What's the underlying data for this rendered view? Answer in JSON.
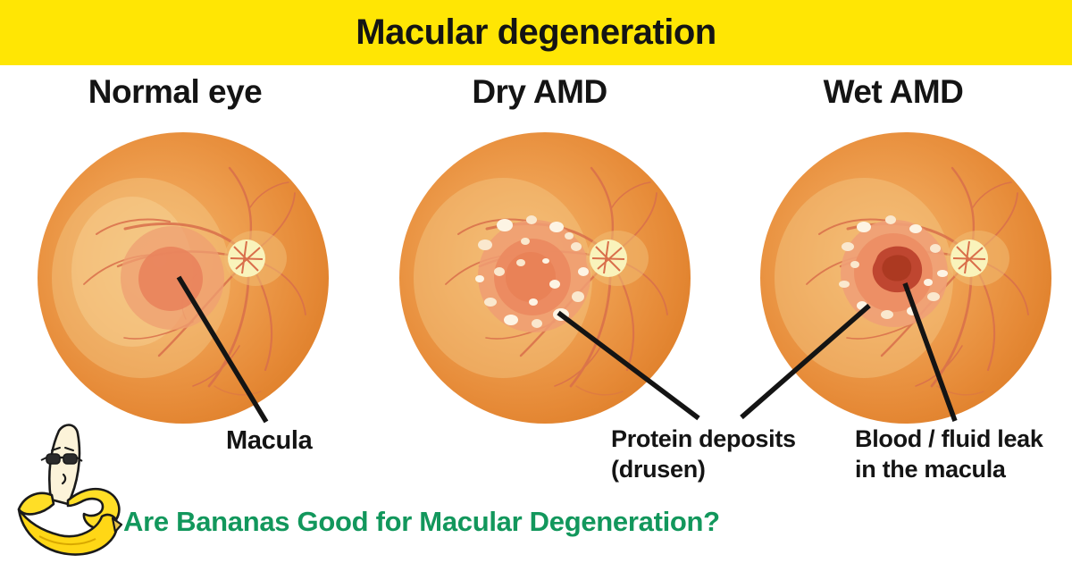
{
  "banner": {
    "title": "Macular degeneration"
  },
  "columns": [
    {
      "id": "normal",
      "heading": "Normal eye"
    },
    {
      "id": "dry",
      "heading": "Dry AMD"
    },
    {
      "id": "wet",
      "heading": "Wet AMD"
    }
  ],
  "annotations": {
    "macula": {
      "label": "Macula"
    },
    "drusen": {
      "line1": "Protein deposits",
      "line2": "(drusen)"
    },
    "blood": {
      "line1": "Blood / fluid leak",
      "line2": "in the macula"
    }
  },
  "footer": {
    "question": "Are Bananas Good for Macular Degeneration?"
  },
  "icons": {
    "mascot": "cool-banana-icon"
  },
  "colors": {
    "banner_yellow": "#FFE604",
    "heading_text": "#141414",
    "question_green": "#12975C",
    "fundus_orange": "#EC9A4C",
    "fundus_edge": "#DC7C26",
    "fundus_highlight": "#F8DCA4",
    "macula_salmon": "#EC8A60",
    "optic_disc": "#F9F3BB",
    "vessel_red": "#D96F4B",
    "drusen_cream": "#FAE8CE",
    "blood_red": "#BF4630",
    "blood_core": "#A8371F",
    "pointer_black": "#141414",
    "banana_yellow": "#FFD716",
    "banana_flesh": "#FCF3D9"
  }
}
